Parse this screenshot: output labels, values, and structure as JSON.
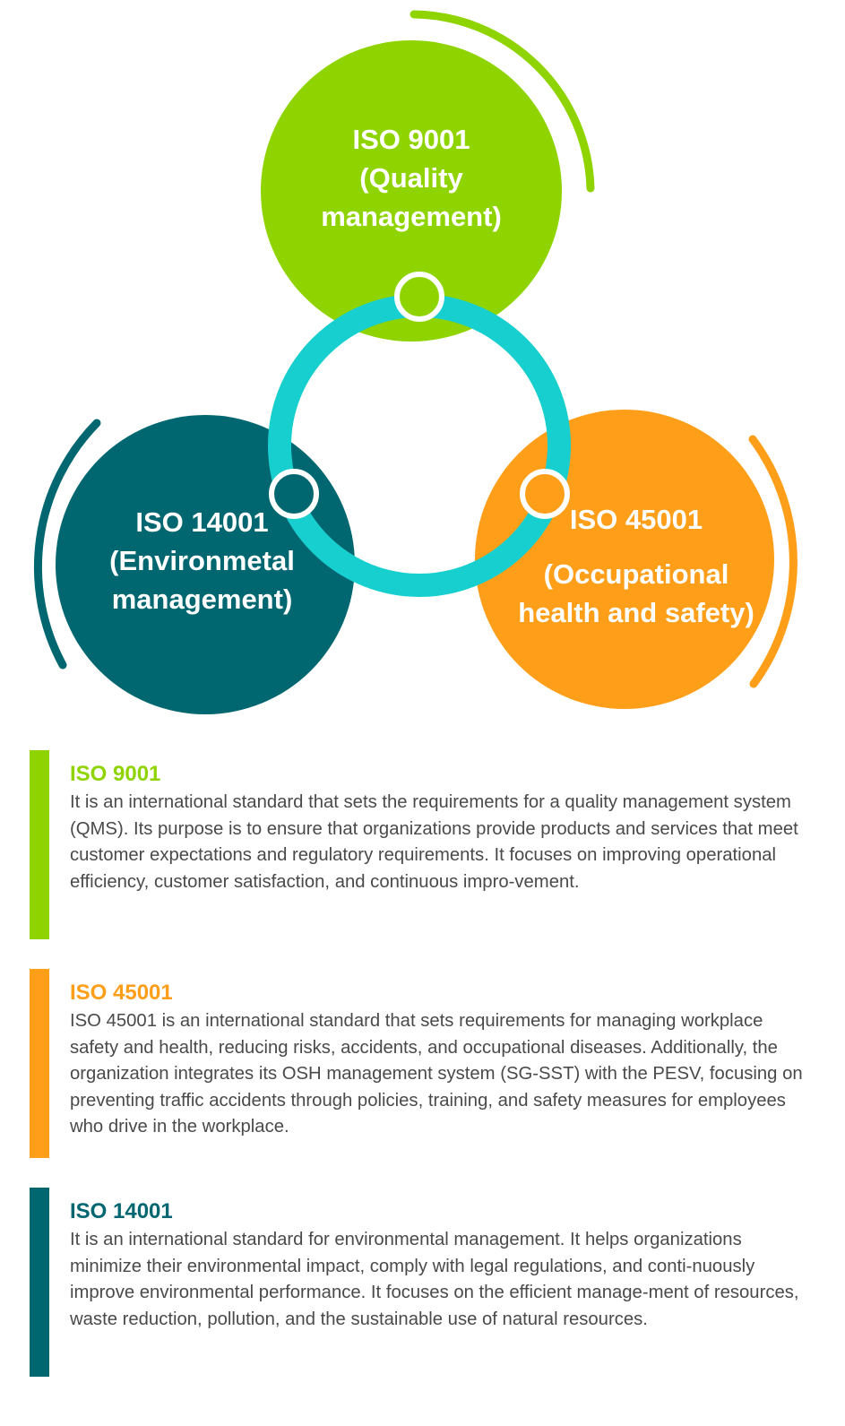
{
  "colors": {
    "quality_green": "#8fd400",
    "environment_teal": "#006670",
    "safety_orange": "#ff9e18",
    "ring_cyan": "#18cfcf",
    "body_text": "#4a4a4a",
    "white": "#ffffff"
  },
  "diagram": {
    "quality": {
      "line1": "ISO 9001",
      "line2": "(Quality",
      "line3": "management)"
    },
    "environment": {
      "line1": "ISO 14001",
      "line2": "(Environmetal",
      "line3": "management)"
    },
    "safety": {
      "line1": "ISO 45001",
      "line2": "(Occupational",
      "line3": "health and safety)"
    }
  },
  "sections": [
    {
      "title": "ISO 9001",
      "text": "It is an international standard that sets the requirements for a quality management system (QMS). Its purpose is to ensure that organizations provide products and services that meet customer expectations and regulatory requirements. It focuses on improving operational efficiency, customer satisfaction, and continuous impro-vement."
    },
    {
      "title": "ISO 45001",
      "text": "ISO 45001 is an international standard that sets requirements for managing workplace safety and health, reducing risks, accidents, and occupational diseases. Additionally, the organization integrates its OSH management system (SG-SST) with the PESV, focusing on preventing traffic accidents through policies, training, and safety measures for employees who drive in the workplace."
    },
    {
      "title": "ISO 14001",
      "text": "It is an international standard for environmental management. It helps organizations minimize their environmental impact, comply with legal regulations, and conti-nuously improve environmental performance. It focuses on the efficient manage-ment of resources, waste reduction, pollution, and the sustainable use of natural resources."
    }
  ]
}
